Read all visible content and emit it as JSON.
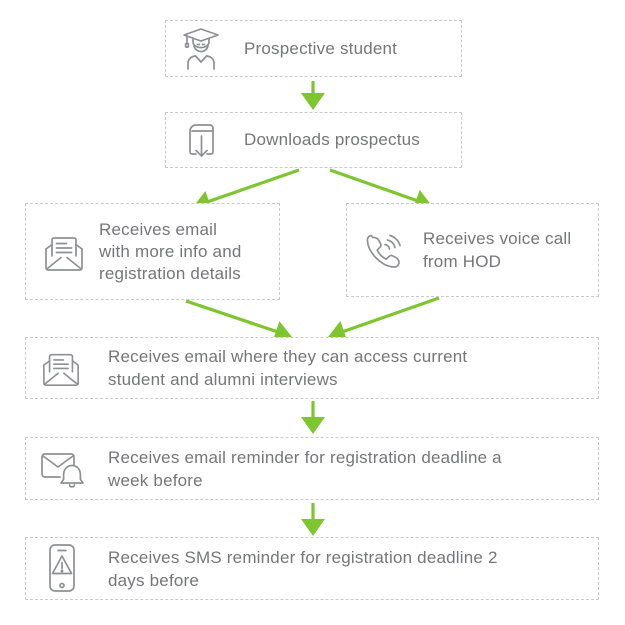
{
  "colors": {
    "accent_green": "#7dc62f",
    "box_border": "#c9cacc",
    "text": "#75767a",
    "icon": "#8e9093",
    "background": "#ffffff"
  },
  "flowchart": {
    "nodes": {
      "prospective_student": {
        "label": "Prospective student",
        "icon": "graduate-icon"
      },
      "downloads_prospectus": {
        "label": "Downloads prospectus",
        "icon": "prospectus-download-icon"
      },
      "email_info": {
        "label": "Receives email\nwith more info and\nregistration details",
        "icon": "open-email-icon"
      },
      "voice_call": {
        "label": "Receives voice call\nfrom HOD",
        "icon": "phone-call-icon"
      },
      "email_interviews": {
        "label": "Receives email where they can access current\nstudent and alumni interviews",
        "icon": "open-email-icon"
      },
      "email_reminder": {
        "label": "Receives email reminder for registration deadline a\nweek before",
        "icon": "email-bell-icon"
      },
      "sms_reminder": {
        "label": "Receives SMS reminder for registration deadline 2\ndays before",
        "icon": "smartphone-alert-icon"
      }
    },
    "edges": [
      {
        "from": "prospective_student",
        "to": "downloads_prospectus"
      },
      {
        "from": "downloads_prospectus",
        "to": "email_info"
      },
      {
        "from": "downloads_prospectus",
        "to": "voice_call"
      },
      {
        "from": "email_info",
        "to": "email_interviews"
      },
      {
        "from": "voice_call",
        "to": "email_interviews"
      },
      {
        "from": "email_interviews",
        "to": "email_reminder"
      },
      {
        "from": "email_reminder",
        "to": "sms_reminder"
      }
    ]
  }
}
